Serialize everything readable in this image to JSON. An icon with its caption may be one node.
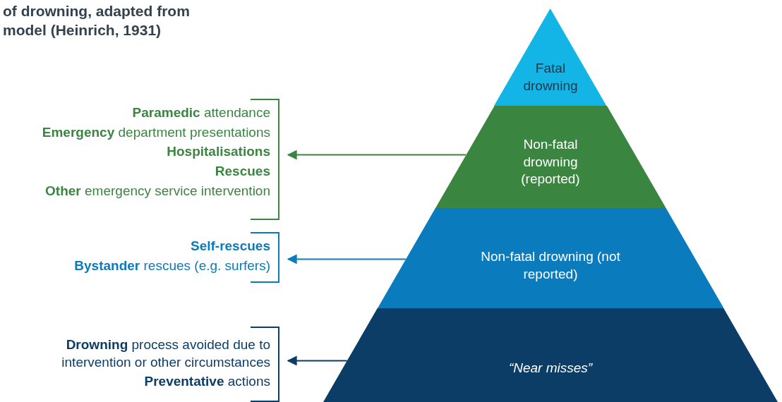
{
  "diagram": {
    "title": "of drowning, adapted from model (Heinrich, 1931)",
    "nodes": [
      {
        "text": [
          "Fatal drowning"
        ]
      },
      {
        "text": [
          "Non-fatal drowning (reported)"
        ]
      },
      {
        "text": [
          "Non-fatal drowning (not reported)"
        ]
      },
      {
        "text": [
          "*“Near misses”*"
        ]
      },
      {
        "text": [
          "**Paramedic** attendance",
          "**Emergency** department presentations",
          "**Hospitalisations**",
          "**Rescues**",
          "**Other** emergency service intervention"
        ]
      },
      {
        "text": [
          "**Self-rescues**",
          "**Bystander** rescues (e.g. surfers)"
        ]
      },
      {
        "text": [
          "**Drowning** process avoided due to intervention or other circumstances",
          "**Preventative** actions"
        ]
      }
    ],
    "edges": [
      {
        "from": 1,
        "to": 4,
        "arrow": "to",
        "color": "#3a8540"
      },
      {
        "from": 2,
        "to": 5,
        "arrow": "to",
        "color": "#0a7bbd"
      },
      {
        "from": 3,
        "to": 6,
        "arrow": "to",
        "color": "#0b3d66"
      }
    ]
  }
}
